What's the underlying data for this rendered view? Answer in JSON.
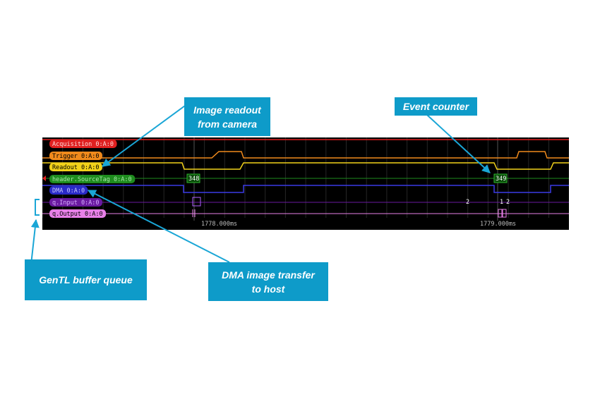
{
  "signals": [
    {
      "name": "Acquisition 0:A:0",
      "color": "#e02020",
      "text": "#ffdddd"
    },
    {
      "name": "Trigger 0:A:0",
      "color": "#f08a1c",
      "text": "#000000"
    },
    {
      "name": "Readout 0:A:0",
      "color": "#f2d21a",
      "text": "#000000"
    },
    {
      "name": "header.SourceTag 0:A:0",
      "color": "#1e8c1e",
      "text": "#a8e6a8"
    },
    {
      "name": "DMA 0:A:0",
      "color": "#2a2ac8",
      "text": "#c8c8ff"
    },
    {
      "name": "q.Input 0:A:0",
      "color": "#6a1aa0",
      "text": "#d8b0ff"
    },
    {
      "name": "q.Output 0:A:0",
      "color": "#e880e8",
      "text": "#000000"
    }
  ],
  "values": {
    "source_tag_1": "348",
    "source_tag_2": "349",
    "input_1": "2",
    "input_2": "1",
    "input_3": "2"
  },
  "time_markers": [
    "1778.000ms",
    "1779.000ms"
  ],
  "callouts": {
    "readout": "Image readout from camera",
    "event_counter": "Event counter",
    "gentl": "GenTL buffer queue",
    "dma": "DMA image transfer to host"
  },
  "colors": {
    "callout": "#0e9bc9",
    "arrow": "#1aa6d6"
  }
}
